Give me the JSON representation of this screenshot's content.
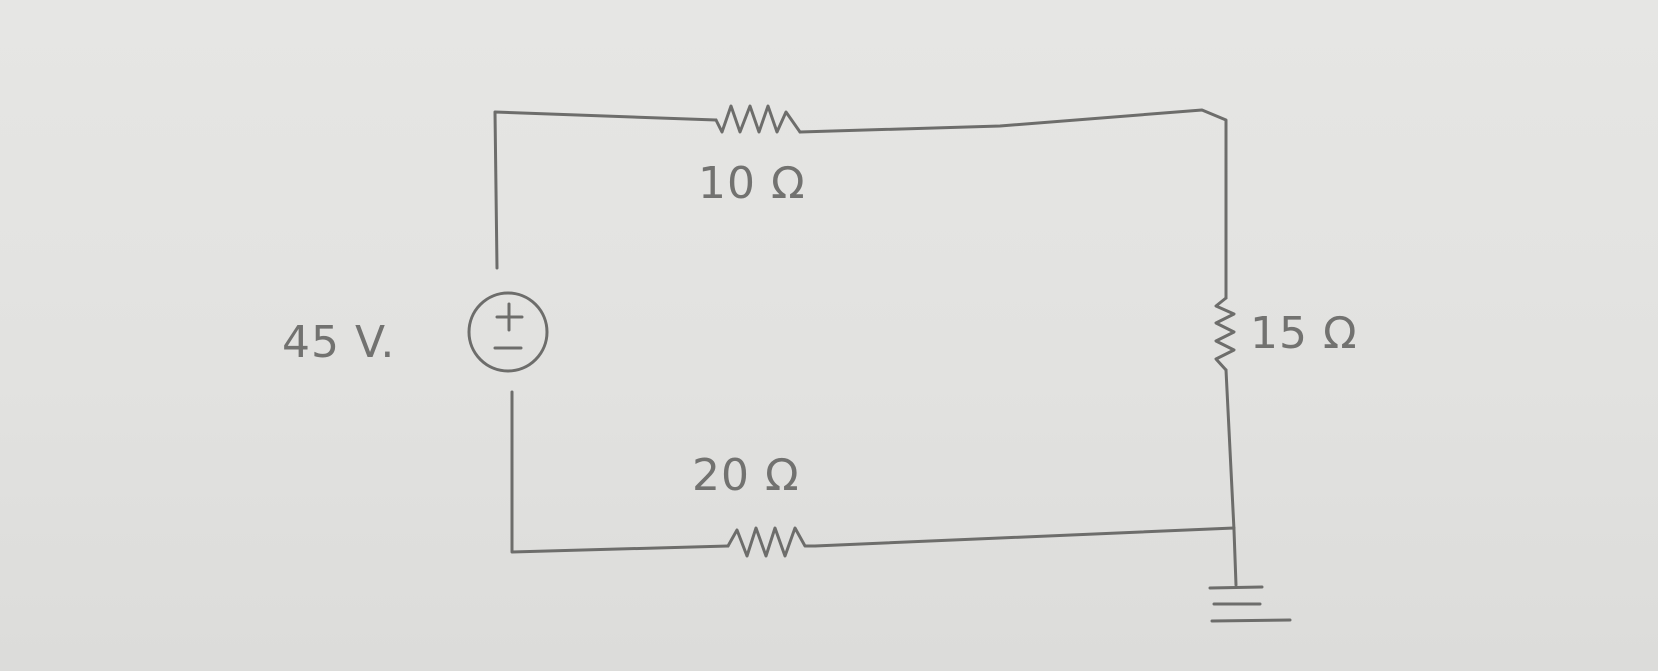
{
  "components": {
    "source": {
      "label": "45 V.",
      "positive_sign": "+",
      "negative_sign": "−"
    },
    "resistor_top": {
      "label": "10 Ω"
    },
    "resistor_right": {
      "label": "15 Ω"
    },
    "resistor_bottom": {
      "label": "20 Ω"
    },
    "ground": {
      "present": true
    }
  },
  "colors": {
    "paper": "#e3e3e1",
    "ink": "#6d6d6b"
  }
}
